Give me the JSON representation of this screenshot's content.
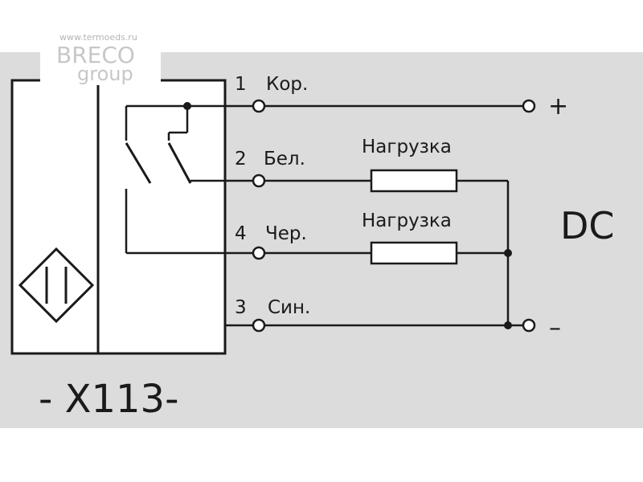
{
  "watermark": {
    "url": "www.termoeds.ru",
    "brand_line1": "BRECO",
    "brand_line2": "group"
  },
  "terminals": [
    {
      "number": "1",
      "name": "Кор."
    },
    {
      "number": "2",
      "name": "Бел."
    },
    {
      "number": "4",
      "name": "Чер."
    },
    {
      "number": "3",
      "name": "Син."
    }
  ],
  "loads": [
    {
      "label": "Нагрузка"
    },
    {
      "label": "Нагрузка"
    }
  ],
  "supply": {
    "plus": "+",
    "minus": "–",
    "type": "DC"
  },
  "model": "- X113-",
  "colors": {
    "background": "#dcdcdc",
    "line": "#1a1a1a",
    "watermark": "#c7c7c7"
  }
}
